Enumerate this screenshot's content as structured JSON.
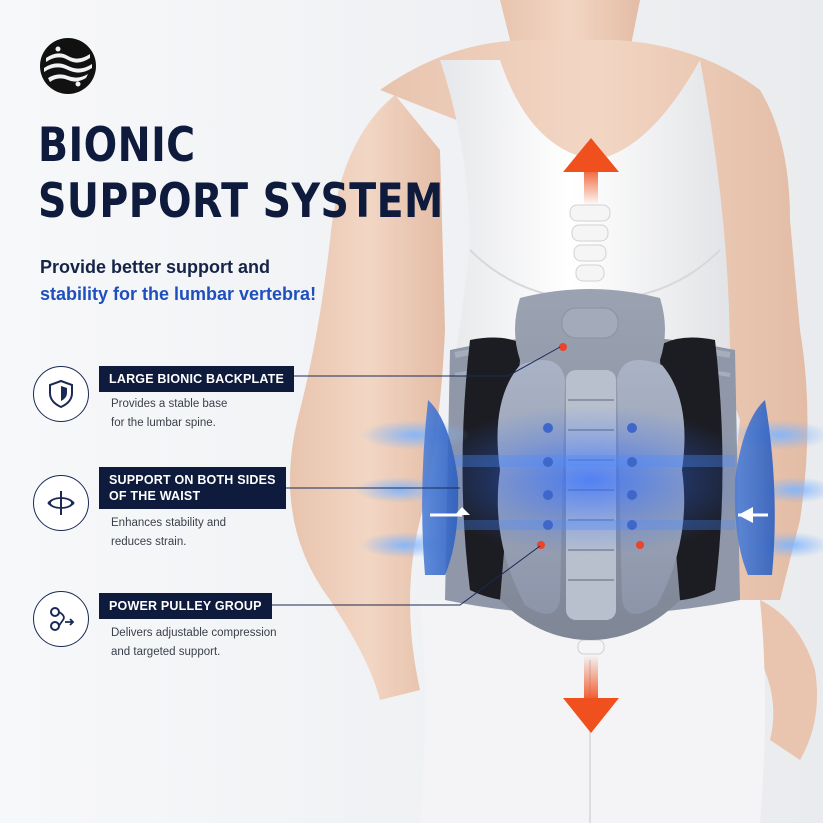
{
  "headline": {
    "line1": "BIONIC",
    "line2": "SUPPORT SYSTEM"
  },
  "subhead": {
    "line1": "Provide better support and",
    "line2": "stability for the lumbar vertebra!"
  },
  "features": [
    {
      "label": "LARGE BIONIC BACKPLATE",
      "desc_line1": "Provides a stable base",
      "desc_line2": "for the lumbar spine.",
      "icon": "shield-icon"
    },
    {
      "label_line1": "SUPPORT ON BOTH SIDES",
      "label_line2": "OF THE WAIST",
      "desc_line1": "Enhances stability and",
      "desc_line2": "reduces strain.",
      "icon": "waist-support-icon"
    },
    {
      "label": "POWER PULLEY GROUP",
      "desc_line1": "Delivers adjustable compression",
      "desc_line2": "and targeted support.",
      "icon": "pulley-icon"
    }
  ],
  "colors": {
    "navy": "#0e1b3d",
    "accent_blue": "#1f4fbf",
    "glow_blue": "#3c7bff",
    "arrow_orange": "#f0501e",
    "marker_red": "#e8452c"
  }
}
